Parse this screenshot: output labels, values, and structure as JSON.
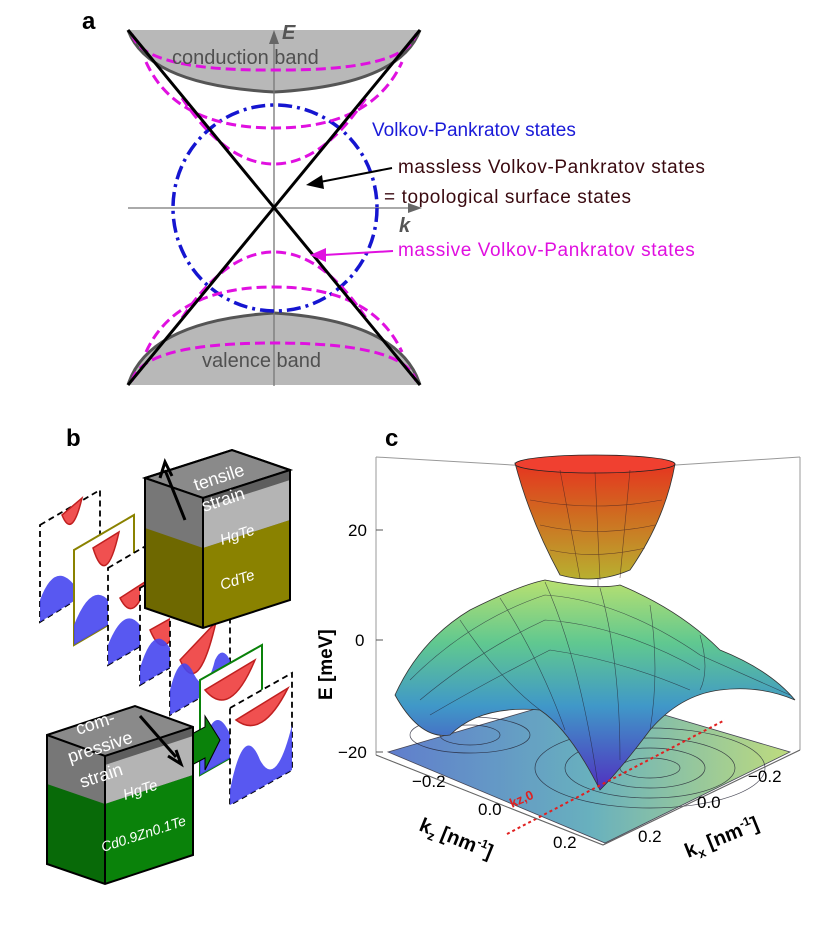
{
  "panel_a": {
    "letter": "a",
    "axis_e": "E",
    "axis_k": "k",
    "conduction_band": "conduction band",
    "valence_band": "valence band",
    "vp_states": "Volkov-Pankratov states",
    "massless_line1": "massless Volkov-Pankratov states",
    "massless_line2": "=  topological surface states",
    "massive": "massive Volkov-Pankratov states",
    "colors": {
      "band_fill": "#b8b8b8",
      "band_edge": "#555555",
      "dirac": "#000000",
      "massive": "#e010e0",
      "circle": "#1515d0",
      "vp_text": "#1a1ad8",
      "massless_text": "#3a0a10",
      "massive_text": "#e010e0"
    }
  },
  "panel_b": {
    "letter": "b",
    "top_block": {
      "strain": [
        "tensile",
        "strain"
      ],
      "layer": "HgTe",
      "substrate": "CdTe",
      "substrate_color": "#8a8200"
    },
    "bottom_block": {
      "strain": [
        "com-",
        "pressive",
        "strain"
      ],
      "layer": "HgTe",
      "substrate": "Cd0.9Zn0.1Te",
      "substrate_color": "#0a820a"
    },
    "colors": {
      "red": "#f05050",
      "blue": "#4646f0"
    }
  },
  "panel_c": {
    "letter": "c",
    "ylabel": "E [meV]",
    "zticks": [
      "20",
      "0",
      "−20"
    ],
    "kz_label": "kz [nm-1]",
    "kx_label": "kx [nm-1]",
    "kz_ticks": [
      "−0.2",
      "0.0",
      "0.2"
    ],
    "kx_ticks": [
      "−0.2",
      "0.0",
      "0.2"
    ],
    "kz0_label": "kz,0"
  }
}
